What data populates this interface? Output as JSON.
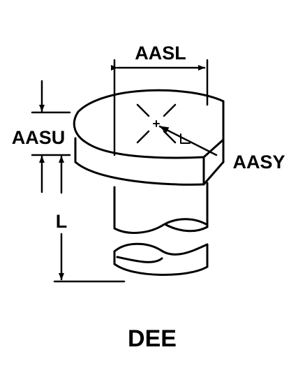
{
  "drawing": {
    "labels": {
      "top_width": "AASL",
      "head_height": "AASU",
      "center_pointer": "AASY",
      "length": "L"
    },
    "designation": "DEE"
  }
}
